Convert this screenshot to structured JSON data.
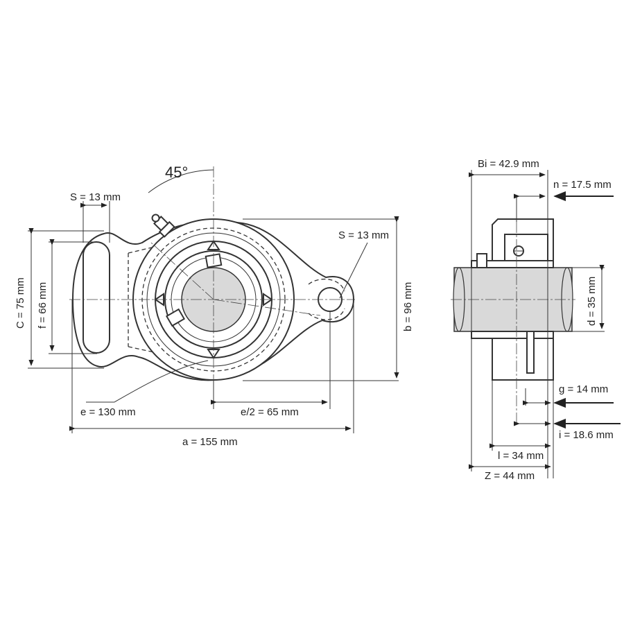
{
  "front_view": {
    "angle_label": "45°",
    "s_top_label": "S = 13 mm",
    "s_right_label": "S = 13 mm",
    "c_label": "C = 75 mm",
    "f_label": "f = 66 mm",
    "b_label": "b = 96 mm",
    "e_label": "e = 130 mm",
    "e_half_label": "e/2 = 65 mm",
    "a_label": "a = 155 mm"
  },
  "side_view": {
    "bi_label": "Bi = 42.9 mm",
    "n_label": "n = 17.5 mm",
    "d_label": "d = 35 mm",
    "g_label": "g = 14 mm",
    "i_label": "i = 18.6 mm",
    "l_label": "l = 34 mm",
    "z_label": "Z = 44 mm"
  }
}
